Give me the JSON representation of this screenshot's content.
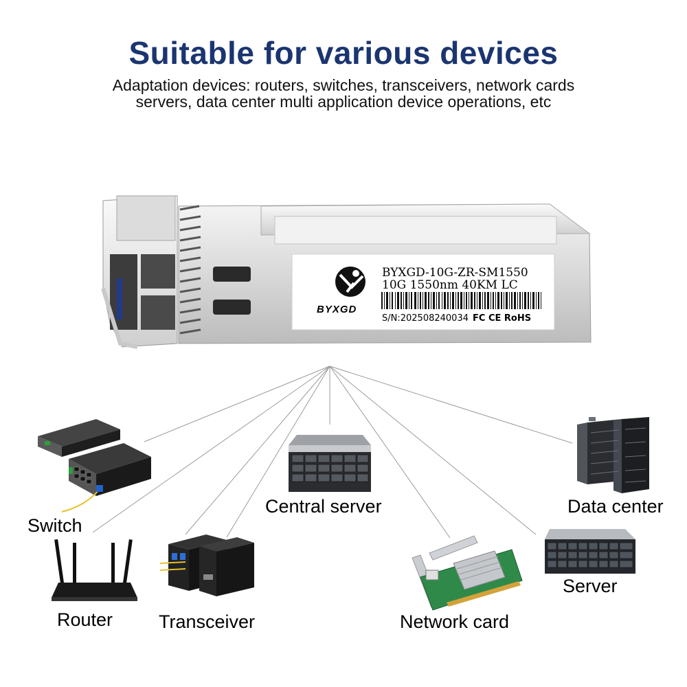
{
  "header": {
    "title": "Suitable for various devices",
    "subtitle_line1": "Adaptation devices: routers, switches, transceivers, network cards",
    "subtitle_line2": "servers, data center multi application device operations, etc"
  },
  "module_label": {
    "brand": "BYXGD",
    "model": "BYXGD-10G-ZR-SM1550",
    "spec": "10G 1550nm 40KM LC",
    "serial": "S/N:202508240034",
    "certs": "FC CE RoHS"
  },
  "devices": [
    {
      "label": "Switch",
      "icon": "switch-icon"
    },
    {
      "label": "Router",
      "icon": "router-icon"
    },
    {
      "label": "Transceiver",
      "icon": "transceiver-icon"
    },
    {
      "label": "Central server",
      "icon": "server-chassis-icon"
    },
    {
      "label": "Network card",
      "icon": "network-card-icon"
    },
    {
      "label": "Server",
      "icon": "rack-server-icon"
    },
    {
      "label": "Data center",
      "icon": "server-rack-icon"
    }
  ]
}
